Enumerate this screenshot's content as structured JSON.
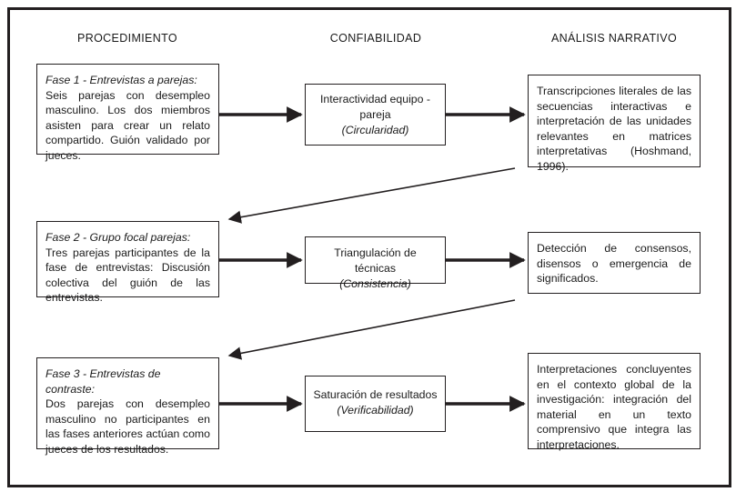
{
  "figure": {
    "title_present": false,
    "border_color": "#231f20",
    "background": "#ffffff",
    "text_color": "#1a1a1a"
  },
  "columns": [
    {
      "id": "procedimiento",
      "label": "PROCEDIMIENTO"
    },
    {
      "id": "confiabilidad",
      "label": "CONFIABILIDAD"
    },
    {
      "id": "analisis-narrativo",
      "label": "ANÁLISIS NARRATIVO"
    }
  ],
  "rows": [
    {
      "id": "fase-1",
      "procedure": {
        "lead": "Fase 1 - Entrevistas a parejas:",
        "text": "Seis parejas con desempleo masculino. Los dos miembros asisten para crear un relato compartido. Guión validado por jueces."
      },
      "reliability": {
        "main": "Interactividad equipo - pareja",
        "sub": "(Circularidad)"
      },
      "analysis": {
        "text": "Transcripciones literales de las secuencias interactivas e interpretación de las unidades relevantes en matrices interpretativas (Hoshmand, 1996)."
      }
    },
    {
      "id": "fase-2",
      "procedure": {
        "lead": "Fase 2 - Grupo focal parejas:",
        "text": "Tres parejas participantes de la fase de entrevistas: Discusión colectiva del guión de las entrevistas."
      },
      "reliability": {
        "main": "Triangulación de técnicas",
        "sub": "(Consistencia)"
      },
      "analysis": {
        "text": "Detección de consensos, disensos o emergencia de significados."
      }
    },
    {
      "id": "fase-3",
      "procedure": {
        "lead": "Fase 3 - Entrevistas de contraste:",
        "text": "Dos parejas con desempleo masculino no participantes en las fases anteriores actúan como jueces de los resultados."
      },
      "reliability": {
        "main": "Saturación de resultados",
        "sub": "(Verificabilidad)"
      },
      "analysis": {
        "text": "Interpretaciones concluyentes en el contexto global de la investigación: integración del material en un texto comprensivo que integra las interpretaciones."
      }
    }
  ],
  "connectors": [
    {
      "id": "fase1-proc-to-rel",
      "kind": "horizontal-arrow",
      "from": "fase-1-procedure",
      "to": "fase-1-reliability"
    },
    {
      "id": "fase1-rel-to-ana",
      "kind": "horizontal-arrow",
      "from": "fase-1-reliability",
      "to": "fase-1-analysis"
    },
    {
      "id": "fase1-ana-to-fase2-proc",
      "kind": "diagonal-arrow",
      "from": "fase-1-analysis",
      "to": "fase-2-procedure"
    },
    {
      "id": "fase2-proc-to-rel",
      "kind": "horizontal-arrow",
      "from": "fase-2-procedure",
      "to": "fase-2-reliability"
    },
    {
      "id": "fase2-rel-to-ana",
      "kind": "horizontal-arrow",
      "from": "fase-2-reliability",
      "to": "fase-2-analysis"
    },
    {
      "id": "fase2-ana-to-fase3-proc",
      "kind": "diagonal-arrow",
      "from": "fase-2-analysis",
      "to": "fase-3-procedure"
    },
    {
      "id": "fase3-proc-to-rel",
      "kind": "horizontal-arrow",
      "from": "fase-3-procedure",
      "to": "fase-3-reliability"
    },
    {
      "id": "fase3-rel-to-ana",
      "kind": "horizontal-arrow",
      "from": "fase-3-reliability",
      "to": "fase-3-analysis"
    }
  ]
}
